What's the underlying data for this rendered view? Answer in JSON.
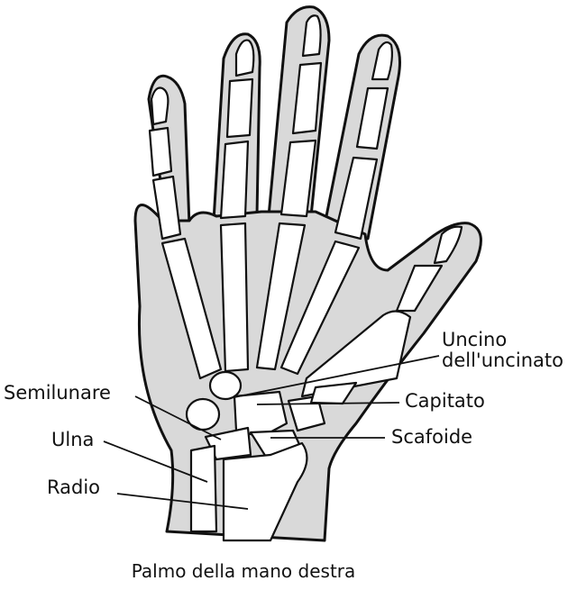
{
  "figure": {
    "caption": "Palmo della mano destra",
    "colors": {
      "skin_fill": "#d9d9d9",
      "bone_fill": "#ffffff",
      "outline": "#111111",
      "background": "#ffffff"
    },
    "labels": {
      "semilunare": "Semilunare",
      "ulna": "Ulna",
      "radio": "Radio",
      "uncino_line1": "Uncino",
      "uncino_line2": "dell'uncinato",
      "capitato": "Capitato",
      "scafoide": "Scafoide"
    }
  }
}
